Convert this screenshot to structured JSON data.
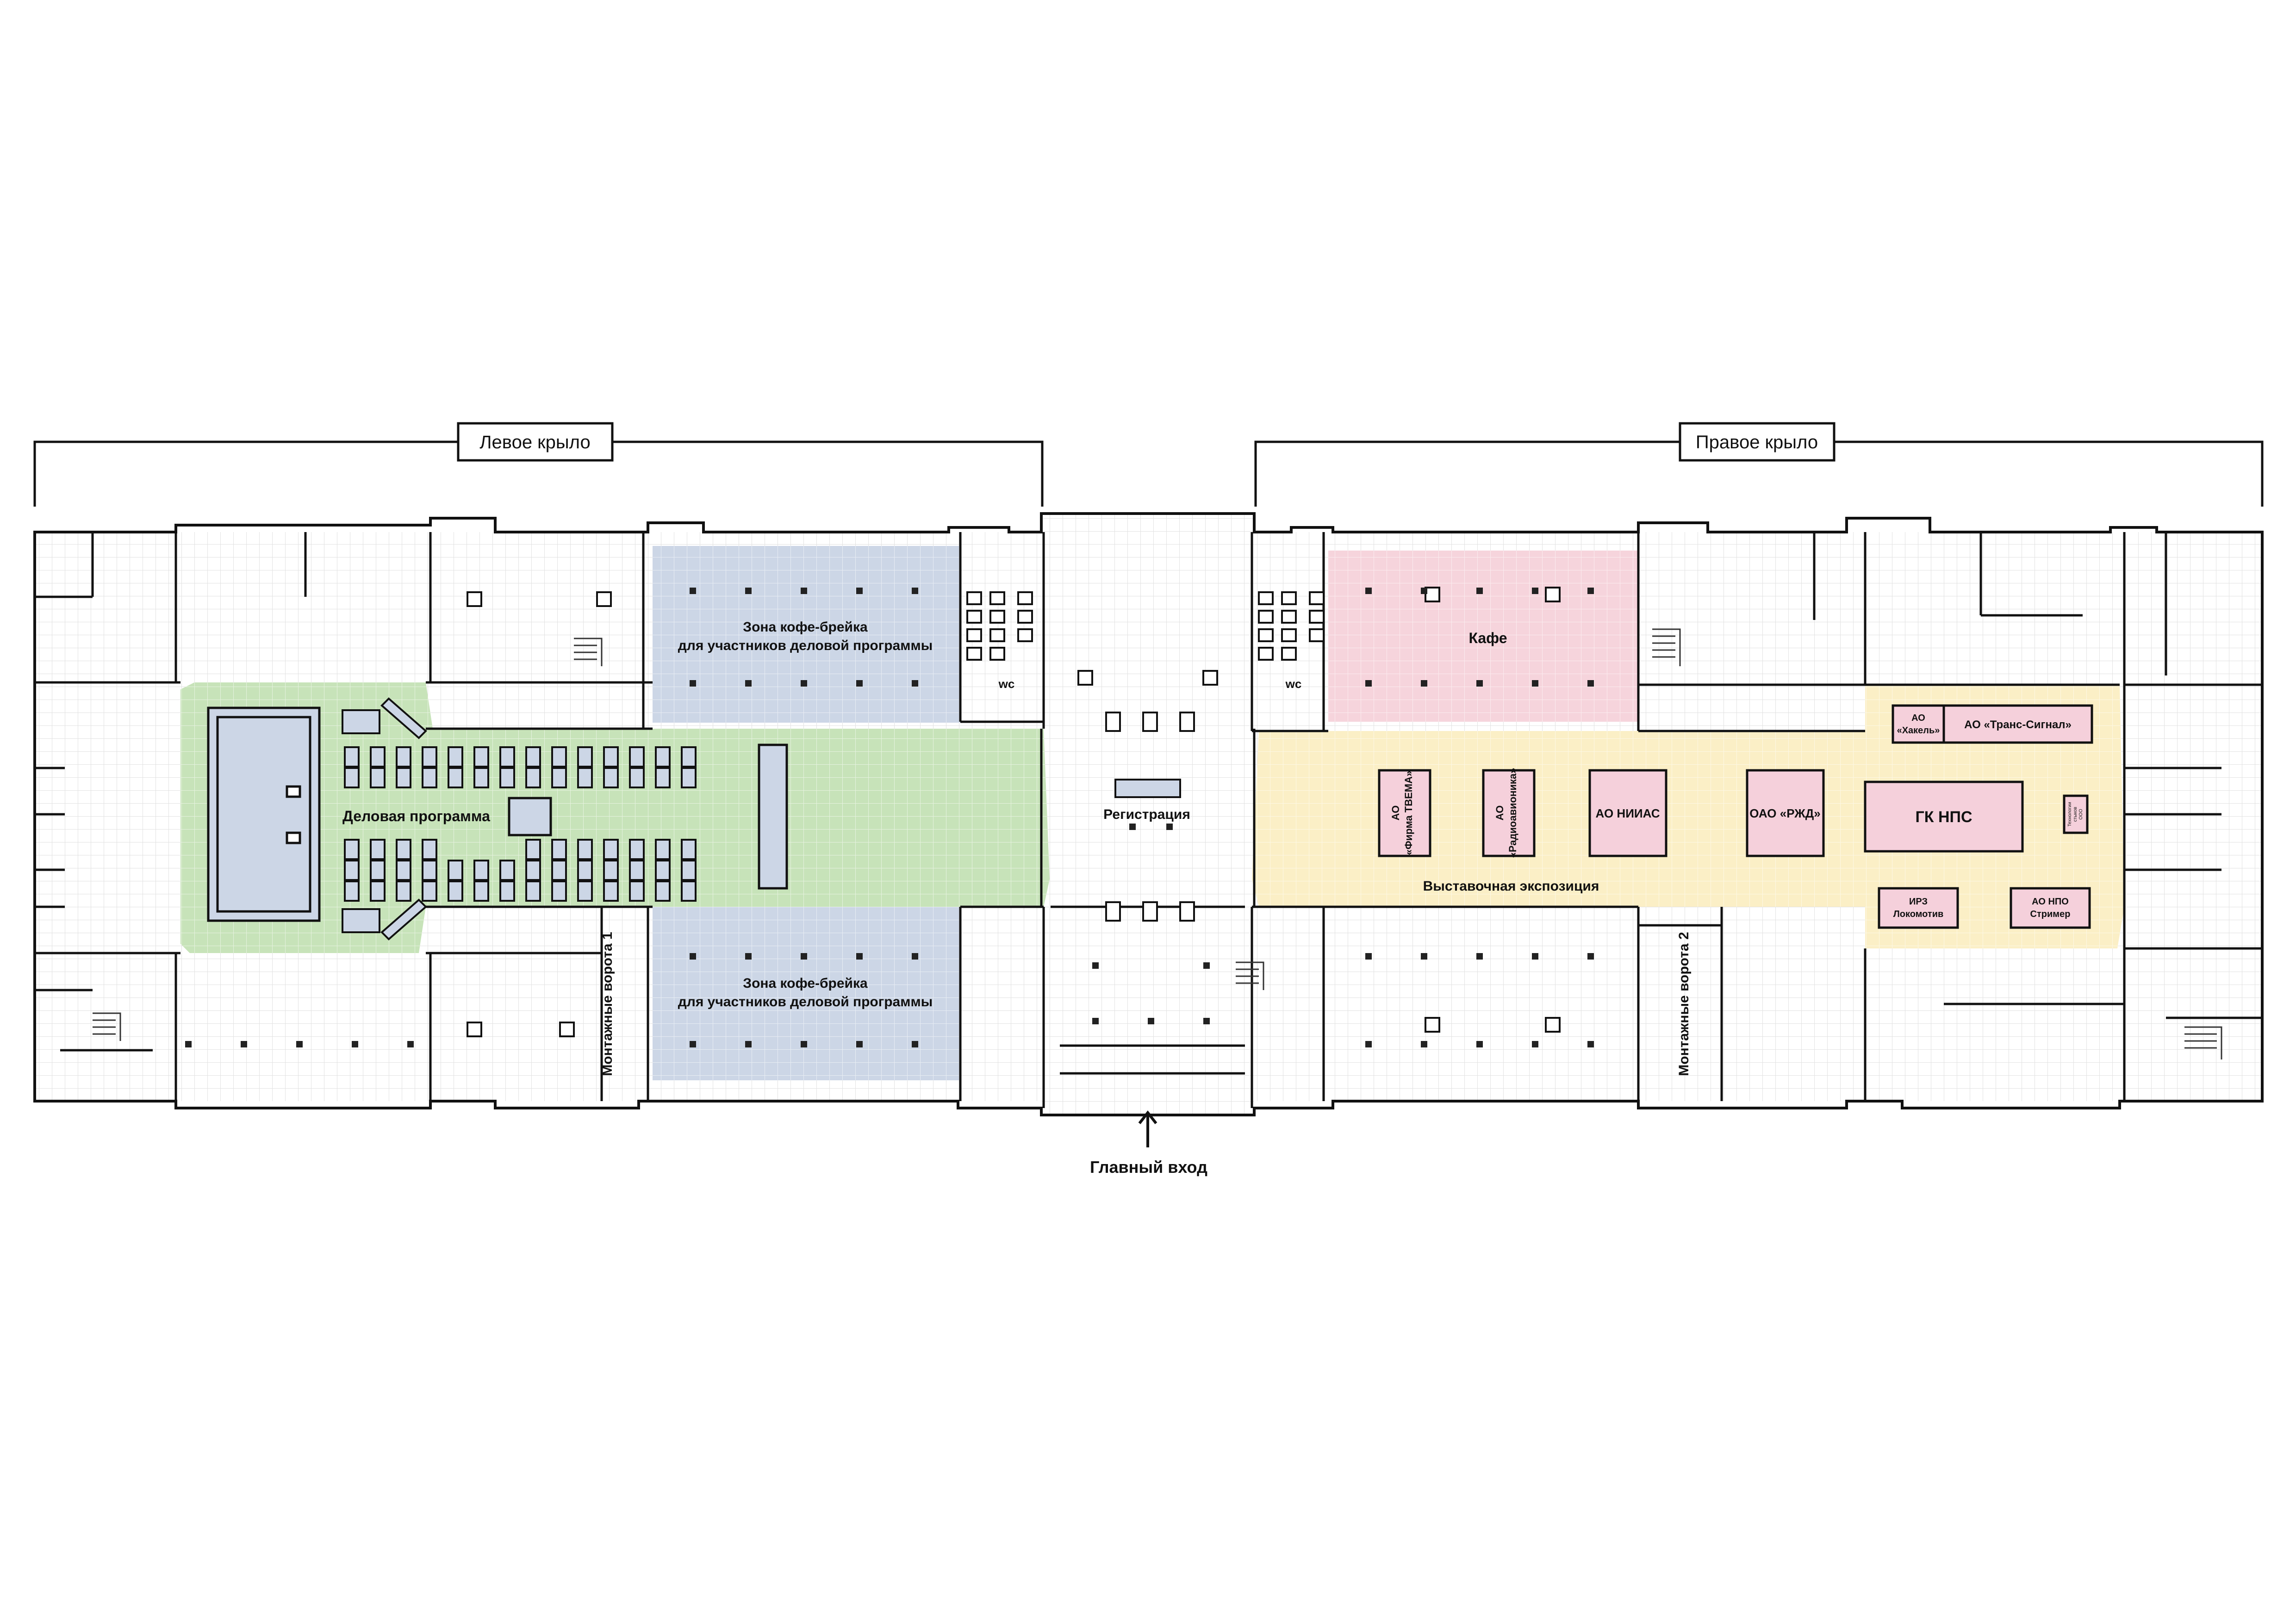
{
  "wings": {
    "left": "Левое крыло",
    "right": "Правое крыло"
  },
  "zones": {
    "coffee_top": [
      "Зона кофе-брейка",
      "для участников деловой программы"
    ],
    "coffee_bottom": [
      "Зона кофе-брейка",
      "для участников деловой программы"
    ],
    "business": "Деловая программа",
    "cafe": "Кафе",
    "registration": "Регистрация",
    "exhibition": "Выставочная экспозиция"
  },
  "wc": {
    "left": "wc",
    "right": "wc"
  },
  "gates": {
    "gate1": "Монтажные ворота 1",
    "gate2": "Монтажные ворота 2"
  },
  "entrance": "Главный вход",
  "stands": {
    "tekma": [
      "АО",
      "«Фирма ТВЕМА»"
    ],
    "radioavionika": [
      "АО",
      "«Радиоавионика»"
    ],
    "niias": "АО НИИАС",
    "rzd": "ОАО «РЖД»",
    "nps": "ГК НПС",
    "khakel": [
      "АО",
      "«Хакель»"
    ],
    "trans_signal": "АО «Транс-Сигнал»",
    "irz": [
      "ИРЗ",
      "Локомотив"
    ],
    "strimer": [
      "АО НПО",
      "Стример"
    ],
    "small": [
      "Технологии",
      "стыков",
      "ООО"
    ]
  },
  "colors": {
    "business": "#c7e3b9",
    "coffee": "#ccd6e6",
    "cafe": "#f6d4dc",
    "exhibition": "#fbefc6",
    "stand": "#f5d0db",
    "wall": "#111111",
    "grid": "#e3e3e3"
  }
}
